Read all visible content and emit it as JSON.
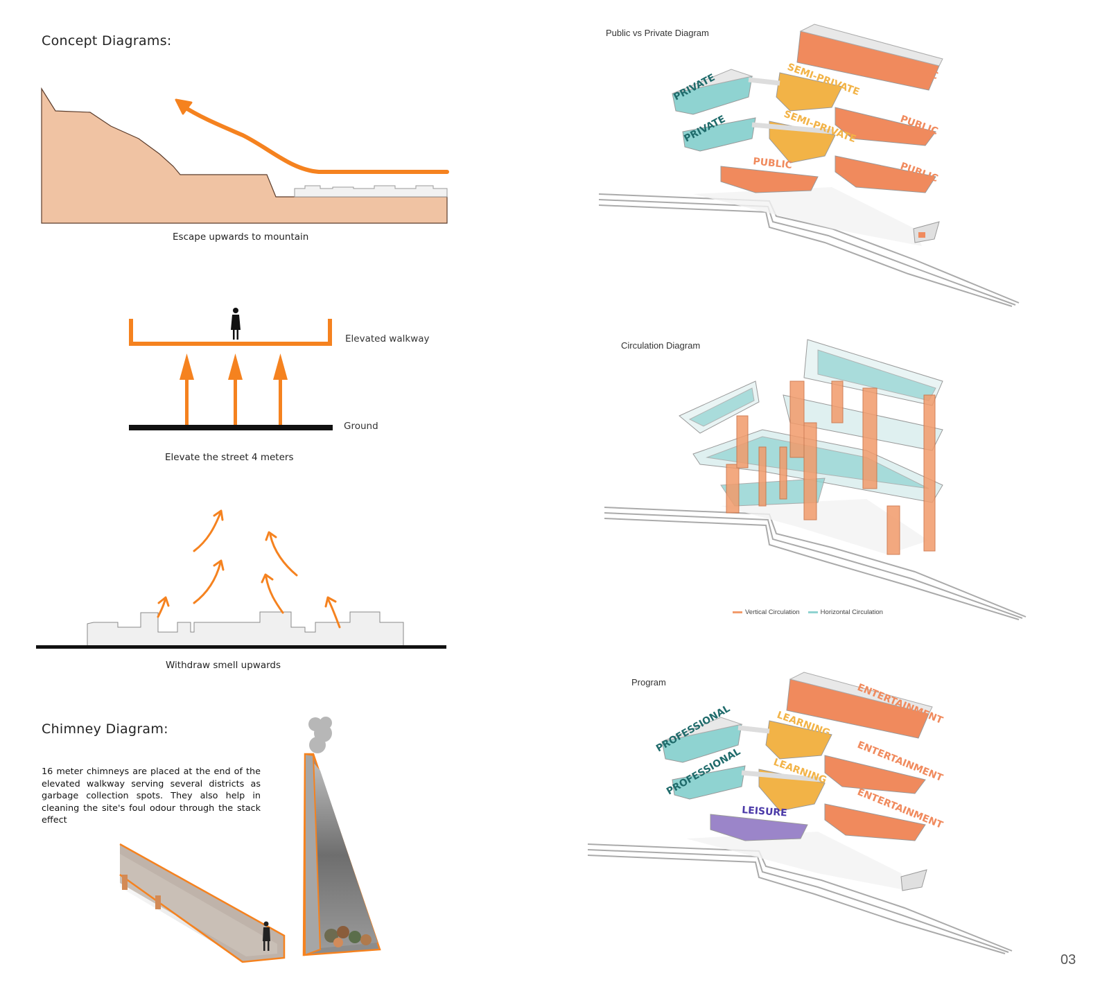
{
  "left": {
    "heading": "Concept Diagrams:",
    "escape": {
      "caption": "Escape upwards to mountain"
    },
    "elevate": {
      "caption": "Elevate the street 4 meters",
      "walkway_label": "Elevated walkway",
      "ground_label": "Ground"
    },
    "withdraw": {
      "caption": "Withdraw smell upwards"
    },
    "chimney": {
      "heading": "Chimney Diagram:",
      "text": "16 meter chimneys are placed at the end of the elevated walkway serving several districts as garbage collection spots. They also help in cleaning the site's foul odour through the stack effect"
    }
  },
  "right": {
    "public_private": {
      "title": "Public vs Private Diagram",
      "labels": [
        "PRIVATE",
        "PRIVATE",
        "SEMI-PRIVATE",
        "SEMI-PRIVATE",
        "PUBLIC",
        "PUBLIC",
        "PUBLIC",
        "PUBLIC"
      ]
    },
    "circulation": {
      "title": "Circulation Diagram",
      "legend": [
        {
          "label": "Vertical Circulation",
          "color": "#f29b6b"
        },
        {
          "label": "Horizontal Circulation",
          "color": "#8fd3d1"
        }
      ]
    },
    "program": {
      "title": "Program",
      "labels": [
        "PROFESSIONAL",
        "PROFESSIONAL",
        "LEARNING",
        "LEARNING",
        "LEISURE",
        "ENTERTAINMENT",
        "ENTERTAINMENT",
        "ENTERTAINMENT"
      ]
    }
  },
  "colors": {
    "accent": "#f5821f",
    "mountain": "#f0c3a3",
    "public": "#f08a5d",
    "semi_private": "#f2b347",
    "private": "#8fd3d1",
    "private_text": "#1f6b6b",
    "leisure": "#9b85c9",
    "leisure_text": "#4b3aa8"
  },
  "page_number": "03"
}
